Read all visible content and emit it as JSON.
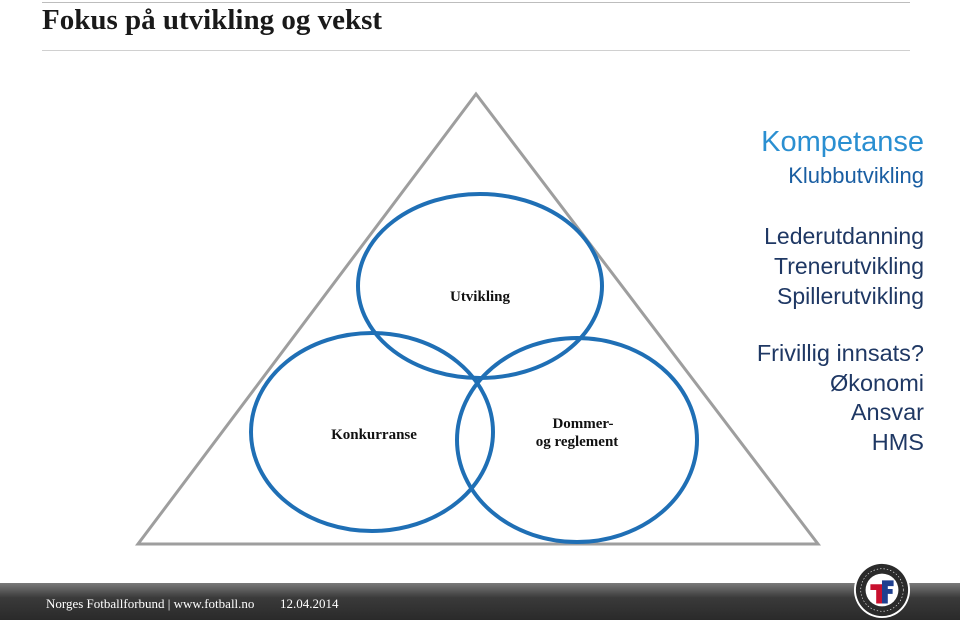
{
  "slide": {
    "title": "Fokus på utvikling og vekst"
  },
  "diagram": {
    "circles": [
      {
        "label": "Utvikling"
      },
      {
        "label": "Konkurranse"
      },
      {
        "label_line1": "Dommer-",
        "label_line2": "og reglement"
      }
    ],
    "colors": {
      "circle_stroke": "#1f6fb5",
      "triangle_stroke": "#9e9e9e"
    }
  },
  "right_panel": {
    "heading": "Kompetanse",
    "subheading": "Klubbutvikling",
    "development_items": [
      "Lederutdanning",
      "Trenerutvikling",
      "Spillerutvikling"
    ],
    "questions": [
      "Frivillig innsats?",
      "Økonomi",
      "Ansvar",
      "HMS"
    ],
    "colors": {
      "heading": "#2a8fd1",
      "body": "#1f3864"
    }
  },
  "footer": {
    "org_and_site": "Norges Fotballforbund | www.fotball.no",
    "date": "12.04.2014",
    "logo_icon": "nff-logo-icon",
    "logo_text": "NORGES FOTBALLFORBUND · FOOTBALL ASSOCIATION OF NORWAY"
  }
}
